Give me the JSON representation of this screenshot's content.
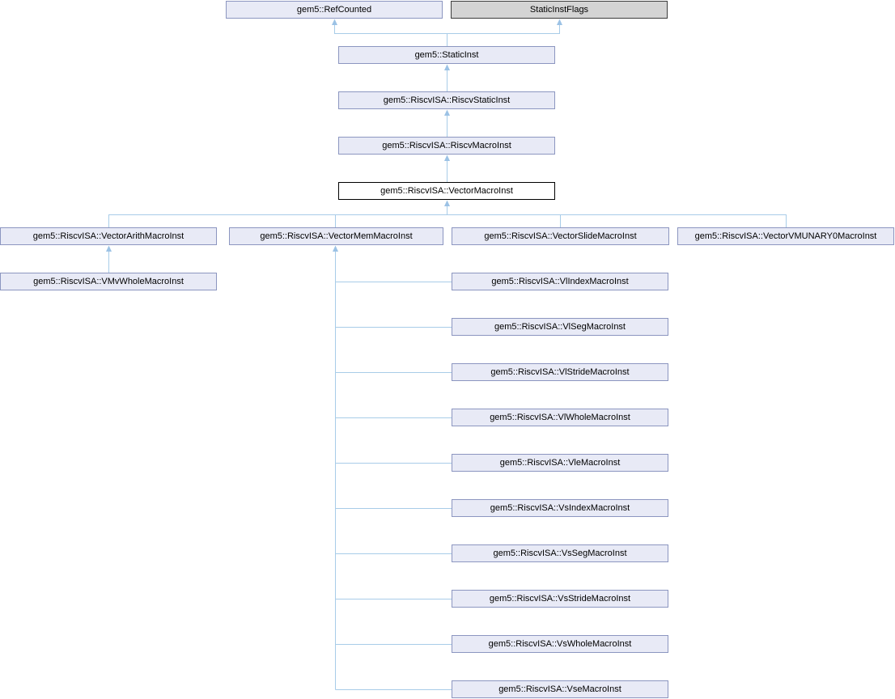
{
  "diagram": {
    "kind": "class-inheritance-graph",
    "current_class": "gem5::RiscvISA::VectorMacroInst",
    "colors": {
      "background": "#ffffff",
      "node_fill": "#e8eaf6",
      "node_border": "#8c96c0",
      "external_node_fill": "#d4d4d4",
      "external_node_border": "#3c3c3c",
      "current_node_fill": "#ffffff",
      "current_node_border": "#000000",
      "edge_line": "#a8cce8",
      "edge_arrow": "#9cc2e5",
      "text": "#000000"
    },
    "nodes": [
      {
        "label": "gem5::RefCounted",
        "kind": "linked"
      },
      {
        "label": "StaticInstFlags",
        "kind": "external"
      },
      {
        "label": "gem5::StaticInst",
        "kind": "linked"
      },
      {
        "label": "gem5::RiscvISA::RiscvStaticInst",
        "kind": "linked"
      },
      {
        "label": "gem5::RiscvISA::RiscvMacroInst",
        "kind": "linked"
      },
      {
        "label": "gem5::RiscvISA::VectorMacroInst",
        "kind": "current"
      },
      {
        "label": "gem5::RiscvISA::VectorArithMacroInst",
        "kind": "linked"
      },
      {
        "label": "gem5::RiscvISA::VectorMemMacroInst",
        "kind": "linked"
      },
      {
        "label": "gem5::RiscvISA::VectorSlideMacroInst",
        "kind": "linked"
      },
      {
        "label": "gem5::RiscvISA::VectorVMUNARY0MacroInst",
        "kind": "linked"
      },
      {
        "label": "gem5::RiscvISA::VMvWholeMacroInst",
        "kind": "linked"
      },
      {
        "label": "gem5::RiscvISA::VlIndexMacroInst",
        "kind": "linked"
      },
      {
        "label": "gem5::RiscvISA::VlSegMacroInst",
        "kind": "linked"
      },
      {
        "label": "gem5::RiscvISA::VlStrideMacroInst",
        "kind": "linked"
      },
      {
        "label": "gem5::RiscvISA::VlWholeMacroInst",
        "kind": "linked"
      },
      {
        "label": "gem5::RiscvISA::VleMacroInst",
        "kind": "linked"
      },
      {
        "label": "gem5::RiscvISA::VsIndexMacroInst",
        "kind": "linked"
      },
      {
        "label": "gem5::RiscvISA::VsSegMacroInst",
        "kind": "linked"
      },
      {
        "label": "gem5::RiscvISA::VsStrideMacroInst",
        "kind": "linked"
      },
      {
        "label": "gem5::RiscvISA::VsWholeMacroInst",
        "kind": "linked"
      },
      {
        "label": "gem5::RiscvISA::VseMacroInst",
        "kind": "linked"
      }
    ]
  }
}
